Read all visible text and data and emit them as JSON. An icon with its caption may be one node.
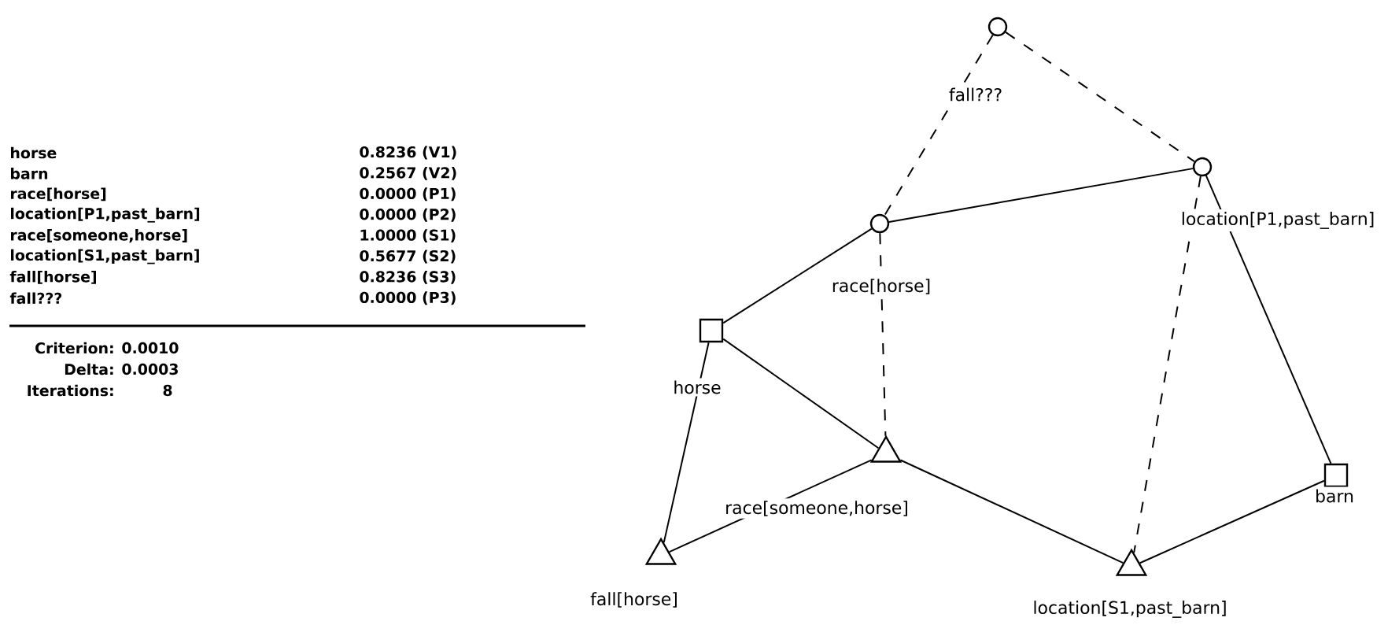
{
  "diagram": {
    "nodes": [
      {
        "text": [
          "fall???"
        ]
      },
      {
        "text": [
          "location[P1,past_barn]"
        ]
      },
      {
        "text": [
          "race[horse]"
        ]
      },
      {
        "text": [
          "horse"
        ]
      },
      {
        "text": [
          "barn"
        ]
      },
      {
        "text": [
          "race[someone,horse]"
        ]
      },
      {
        "text": [
          "fall[horse]"
        ]
      },
      {
        "text": [
          "location[S1,past_barn]"
        ]
      }
    ],
    "edges": [
      {
        "from": 0,
        "to": 2,
        "arrow": "none",
        "style": "dashed"
      },
      {
        "from": 0,
        "to": 1,
        "arrow": "none",
        "style": "dashed"
      },
      {
        "from": 2,
        "to": 1,
        "arrow": "none"
      },
      {
        "from": 3,
        "to": 2,
        "arrow": "none"
      },
      {
        "from": 2,
        "to": 5,
        "arrow": "none",
        "style": "dashed"
      },
      {
        "from": 1,
        "to": 7,
        "arrow": "none",
        "style": "dashed"
      },
      {
        "from": 1,
        "to": 4,
        "arrow": "none"
      },
      {
        "from": 3,
        "to": 5,
        "arrow": "none"
      },
      {
        "from": 3,
        "to": 6,
        "arrow": "none"
      },
      {
        "from": 5,
        "to": 6,
        "arrow": "none"
      },
      {
        "from": 5,
        "to": 7,
        "arrow": "none"
      },
      {
        "from": 4,
        "to": 7,
        "arrow": "none"
      }
    ],
    "labels": [
      "horse",
      "0.8236 (V1)",
      "barn",
      "0.2567 (V2)",
      "race[horse]",
      "0.0000 (P1)",
      "location[P1,past_barn]",
      "0.0000 (P2)",
      "race[someone,horse]",
      "1.0000 (S1)",
      "location[S1,past_barn]",
      "0.5677 (S2)",
      "fall[horse]",
      "0.8236 (S3)",
      "fall???",
      "0.0000 (P3)",
      "Criterion:",
      "0.0010",
      "Delta:",
      "0.0003",
      "Iterations:",
      "8"
    ]
  }
}
